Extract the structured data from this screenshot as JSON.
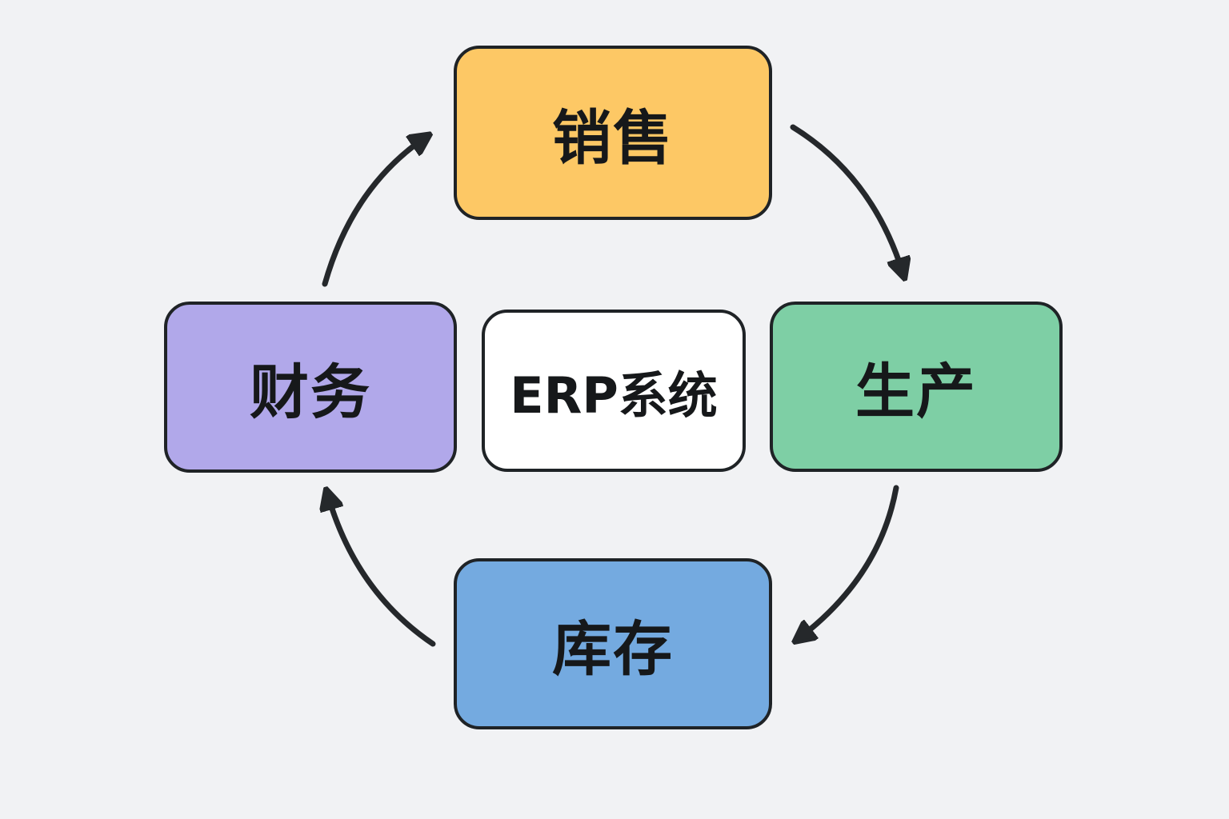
{
  "diagram": {
    "type": "cycle",
    "center": {
      "label": "ERP系统",
      "color": "#ffffff"
    },
    "nodes": {
      "sales": {
        "label": "销售",
        "color": "#fdc865"
      },
      "production": {
        "label": "生产",
        "color": "#7ecfa5"
      },
      "inventory": {
        "label": "库存",
        "color": "#74aae0"
      },
      "finance": {
        "label": "财务",
        "color": "#b1a8ea"
      }
    },
    "edges": [
      {
        "from": "销售",
        "to": "生产"
      },
      {
        "from": "生产",
        "to": "库存"
      },
      {
        "from": "库存",
        "to": "财务"
      },
      {
        "from": "财务",
        "to": "销售"
      }
    ],
    "colors": {
      "background": "#f1f2f4",
      "stroke": "#1f2326"
    }
  }
}
